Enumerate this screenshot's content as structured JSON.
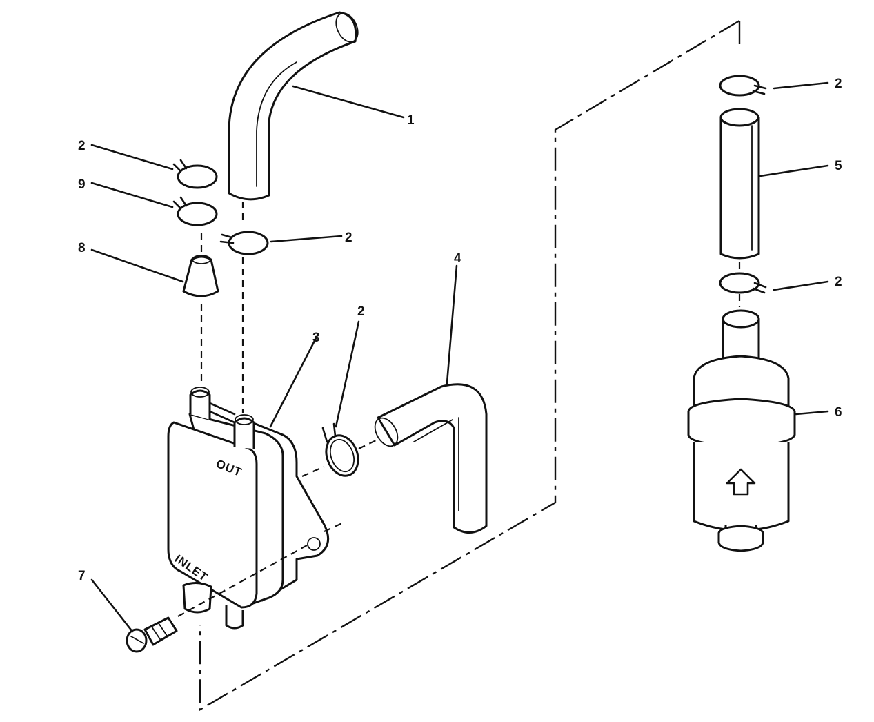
{
  "callouts": [
    "1",
    "2",
    "2",
    "9",
    "2",
    "8",
    "3",
    "2",
    "4",
    "2",
    "5",
    "2",
    "6",
    "7"
  ],
  "body_markings": {
    "out": "OUT",
    "inlet": "INLET"
  },
  "colors": {
    "ink": "#111111",
    "paper": "#ffffff"
  }
}
